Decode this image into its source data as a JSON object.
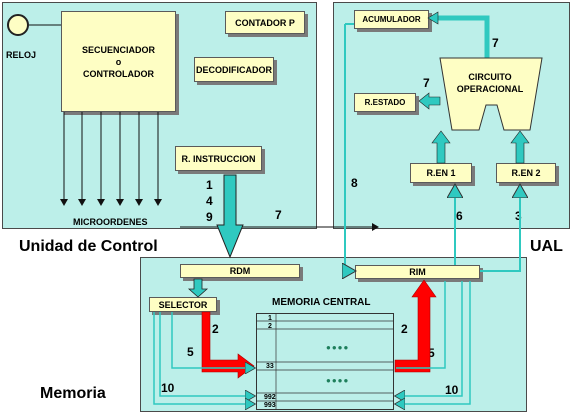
{
  "control_unit": {
    "title": "Unidad de Control",
    "reloj": "RELOJ",
    "sequencer_line1": "SECUENCIADOR",
    "sequencer_line2": "o",
    "sequencer_line3": "CONTROLADOR",
    "counter": "CONTADOR P",
    "decoder": "DECODIFICADOR",
    "instruction_register": "R. INSTRUCCION",
    "microorders": "MICROORDENES",
    "steps": [
      "1",
      "4",
      "9"
    ],
    "step_7": "7"
  },
  "alu": {
    "title": "UAL",
    "accumulator": "ACUMULADOR",
    "operational_circuit_line1": "CIRCUITO",
    "operational_circuit_line2": "OPERACIONAL",
    "status_register": "R.ESTADO",
    "input_reg_1": "R.EN 1",
    "input_reg_2": "R.EN 2",
    "step_7_top": "7",
    "step_7_status": "7",
    "step_8": "8",
    "step_6": "6",
    "step_3": "3"
  },
  "memory": {
    "title": "Memoria",
    "rdm": "RDM",
    "rim": "RIM",
    "selector": "SELECTOR",
    "central": "MEMORIA CENTRAL",
    "rows": [
      "1",
      "2",
      "33",
      "992",
      "993"
    ],
    "ellipsis_1": "●●●●",
    "ellipsis_2": "●●●●",
    "step_2_left": "2",
    "step_2_right": "2",
    "step_5_left": "5",
    "step_5_right": "5",
    "step_10_left": "10",
    "step_10_right": "10"
  },
  "colors": {
    "panel_fill": "#bcefe9",
    "box_fill": "#fefec4",
    "highlight_arrow": "#ff0000",
    "flow_arrow": "#2fc9c0",
    "thin_line": "#2a2a2a"
  }
}
